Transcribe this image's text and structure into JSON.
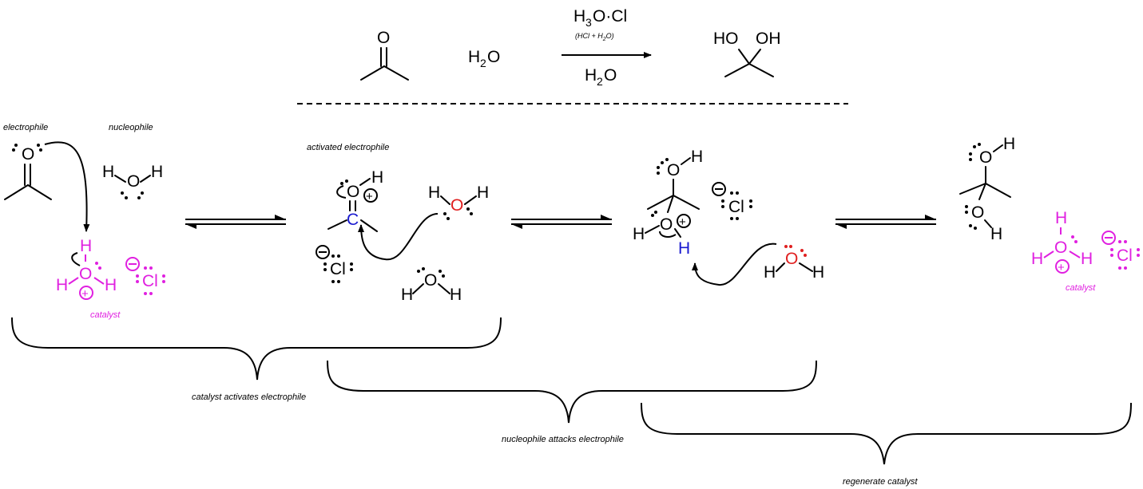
{
  "colors": {
    "black": "#000000",
    "catalyst": "#e020e0",
    "oxygen_highlight": "#e02020",
    "carbon_highlight": "#1a1ad0"
  },
  "overall": {
    "water_left": "H",
    "water_left_sub": "2",
    "water_left_o": "O",
    "reagent_main": "H",
    "reagent_sub": "3",
    "reagent_rest": "O·Cl",
    "reagent_note": "(HCl + H",
    "reagent_note_sub": "2",
    "reagent_note_end": "O)",
    "solvent": "H",
    "solvent_sub": "2",
    "solvent_o": "O",
    "product_ho": "HO",
    "product_oh": "OH"
  },
  "labels": {
    "electrophile": "electrophile",
    "nucleophile": "nucleophile",
    "activated": "activated electrophile",
    "catalyst1": "catalyst",
    "catalyst2": "catalyst",
    "brace1": "catalyst activates electrophile",
    "brace2": "nucleophile attacks electrophile",
    "brace3": "regenerate catalyst"
  },
  "atoms": {
    "O": "O",
    "H": "H",
    "C": "C",
    "Cl": "Cl",
    "plus": "+",
    "minus": "−"
  }
}
